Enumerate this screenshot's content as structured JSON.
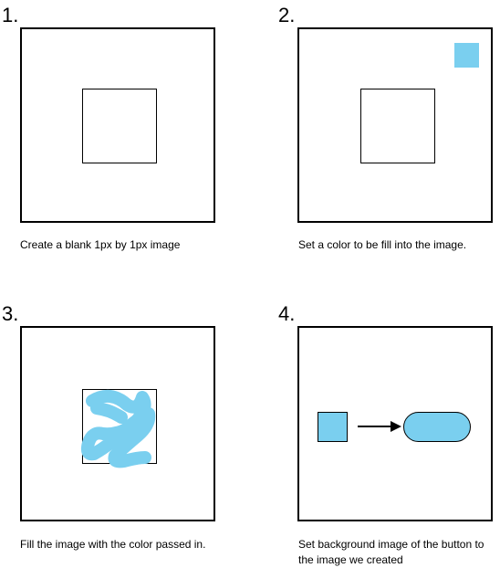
{
  "colors": {
    "fill_blue": "#7ACFEF",
    "stroke": "#000000",
    "background": "#ffffff"
  },
  "steps": [
    {
      "number": "1.",
      "caption": "Create a blank 1px by 1px image"
    },
    {
      "number": "2.",
      "caption": "Set a color to be fill into the image."
    },
    {
      "number": "3.",
      "caption": "Fill the image with the color passed in."
    },
    {
      "number": "4.",
      "caption": "Set background image of the button to the image we created"
    }
  ]
}
